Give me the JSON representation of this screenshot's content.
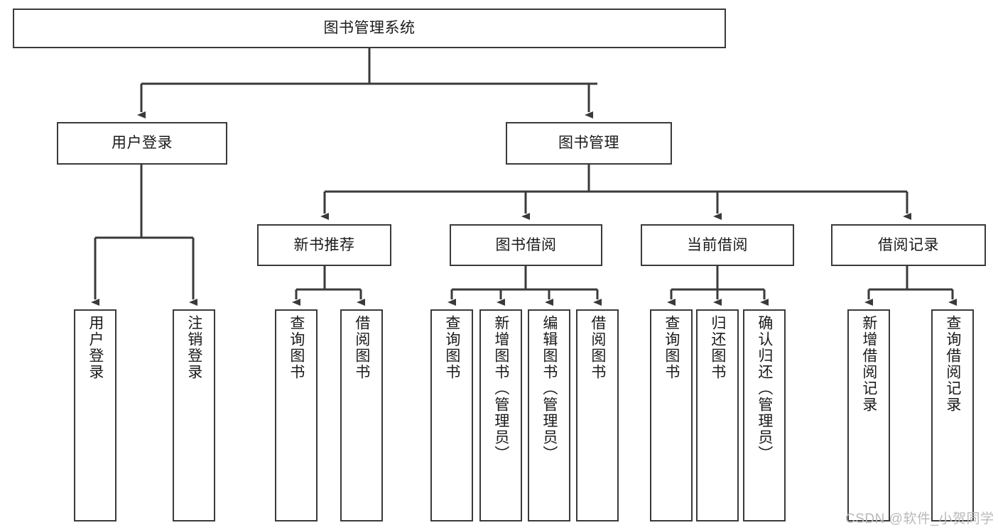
{
  "diagram": {
    "title": "图书管理系统",
    "root": {
      "id": "root",
      "label": "图书管理系统"
    },
    "tier1": [
      {
        "id": "user-login",
        "label": "用户登录"
      },
      {
        "id": "book-manage",
        "label": "图书管理"
      }
    ],
    "tier2": [
      {
        "id": "new-book-recommend",
        "label": "新书推荐"
      },
      {
        "id": "book-borrow",
        "label": "图书借阅"
      },
      {
        "id": "current-borrow",
        "label": "当前借阅"
      },
      {
        "id": "borrow-record",
        "label": "借阅记录"
      }
    ],
    "leaves": [
      {
        "id": "leaf-user-login",
        "label": "用户登录",
        "parent": "user-login"
      },
      {
        "id": "leaf-logout-login",
        "label": "注销登录",
        "parent": "user-login"
      },
      {
        "id": "leaf-query-book-1",
        "label": "查询图书",
        "parent": "new-book-recommend"
      },
      {
        "id": "leaf-borrow-book-1",
        "label": "借阅图书",
        "parent": "new-book-recommend"
      },
      {
        "id": "leaf-query-book-2",
        "label": "查询图书",
        "parent": "book-borrow"
      },
      {
        "id": "leaf-add-book",
        "label": "新增图书（管理员）",
        "parent": "book-borrow"
      },
      {
        "id": "leaf-edit-book",
        "label": "编辑图书（管理员）",
        "parent": "book-borrow"
      },
      {
        "id": "leaf-borrow-book-2",
        "label": "借阅图书",
        "parent": "book-borrow"
      },
      {
        "id": "leaf-query-book-3",
        "label": "查询图书",
        "parent": "current-borrow"
      },
      {
        "id": "leaf-return-book",
        "label": "归还图书",
        "parent": "current-borrow"
      },
      {
        "id": "leaf-confirm-return",
        "label": "确认归还（管理员）",
        "parent": "current-borrow"
      },
      {
        "id": "leaf-add-record",
        "label": "新增借阅记录",
        "parent": "borrow-record"
      },
      {
        "id": "leaf-query-record",
        "label": "查询借阅记录",
        "parent": "borrow-record"
      }
    ]
  },
  "watermark": {
    "text": "CSDN @软件_小贺同学"
  },
  "colors": {
    "stroke": "#3a3a3a",
    "background": "#ffffff",
    "text": "#1a1a1a",
    "watermark": "#b9b9b9"
  }
}
